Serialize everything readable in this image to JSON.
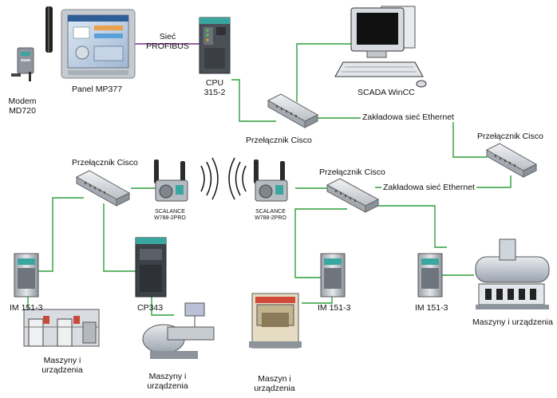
{
  "labels": {
    "modem_line1": "Modem",
    "modem_line2": "MD720",
    "panel": "Panel MP377",
    "profibus_line1": "Sieć",
    "profibus_line2": "PROFIBUS",
    "cpu_line1": "CPU",
    "cpu_line2": "315-2",
    "scada": "SCADA WinCC",
    "ethernet_top": "Zakładowa sieć Ethernet",
    "ethernet_mid": "Zakładowa sieć Ethernet",
    "switch_top": "Przełącznik Cisco",
    "switch_right": "Przełącznik Cisco",
    "switch_left": "Przełącznik Cisco",
    "switch_mid": "Przełącznik Cisco",
    "scalance_left_line1": "SCALANCE",
    "scalance_left_line2": "W788-2PRO",
    "scalance_right_line1": "SCALANCE",
    "scalance_right_line2": "W788-2PRO",
    "cp343": "CP343",
    "im_1": "IM 151-3",
    "im_2": "IM 151-3",
    "im_3": "IM 151-3",
    "machines_1_line1": "Maszyny i",
    "machines_1_line2": "urządzenia",
    "machines_2_line1": "Maszyny i",
    "machines_2_line2": "urządzenia",
    "machines_3_line1": "Maszyn i",
    "machines_3_line2": "urządzenia",
    "machines_4": "Maszyny i urządzenia"
  },
  "colors": {
    "ethernet_line": "#2e9e3a",
    "profibus_line": "#7a2a8a",
    "device_gray": "#c9cdd3",
    "siemens_teal": "#3aa6a0"
  },
  "icons": {
    "modem": "modem-icon",
    "panel": "touch-panel-icon",
    "cpu": "plc-cpu-icon",
    "pc": "desktop-computer-icon",
    "switch": "network-switch-icon",
    "wireless": "wireless-access-point-icon",
    "io": "remote-io-module-icon",
    "machine": "industrial-machine-icon"
  }
}
